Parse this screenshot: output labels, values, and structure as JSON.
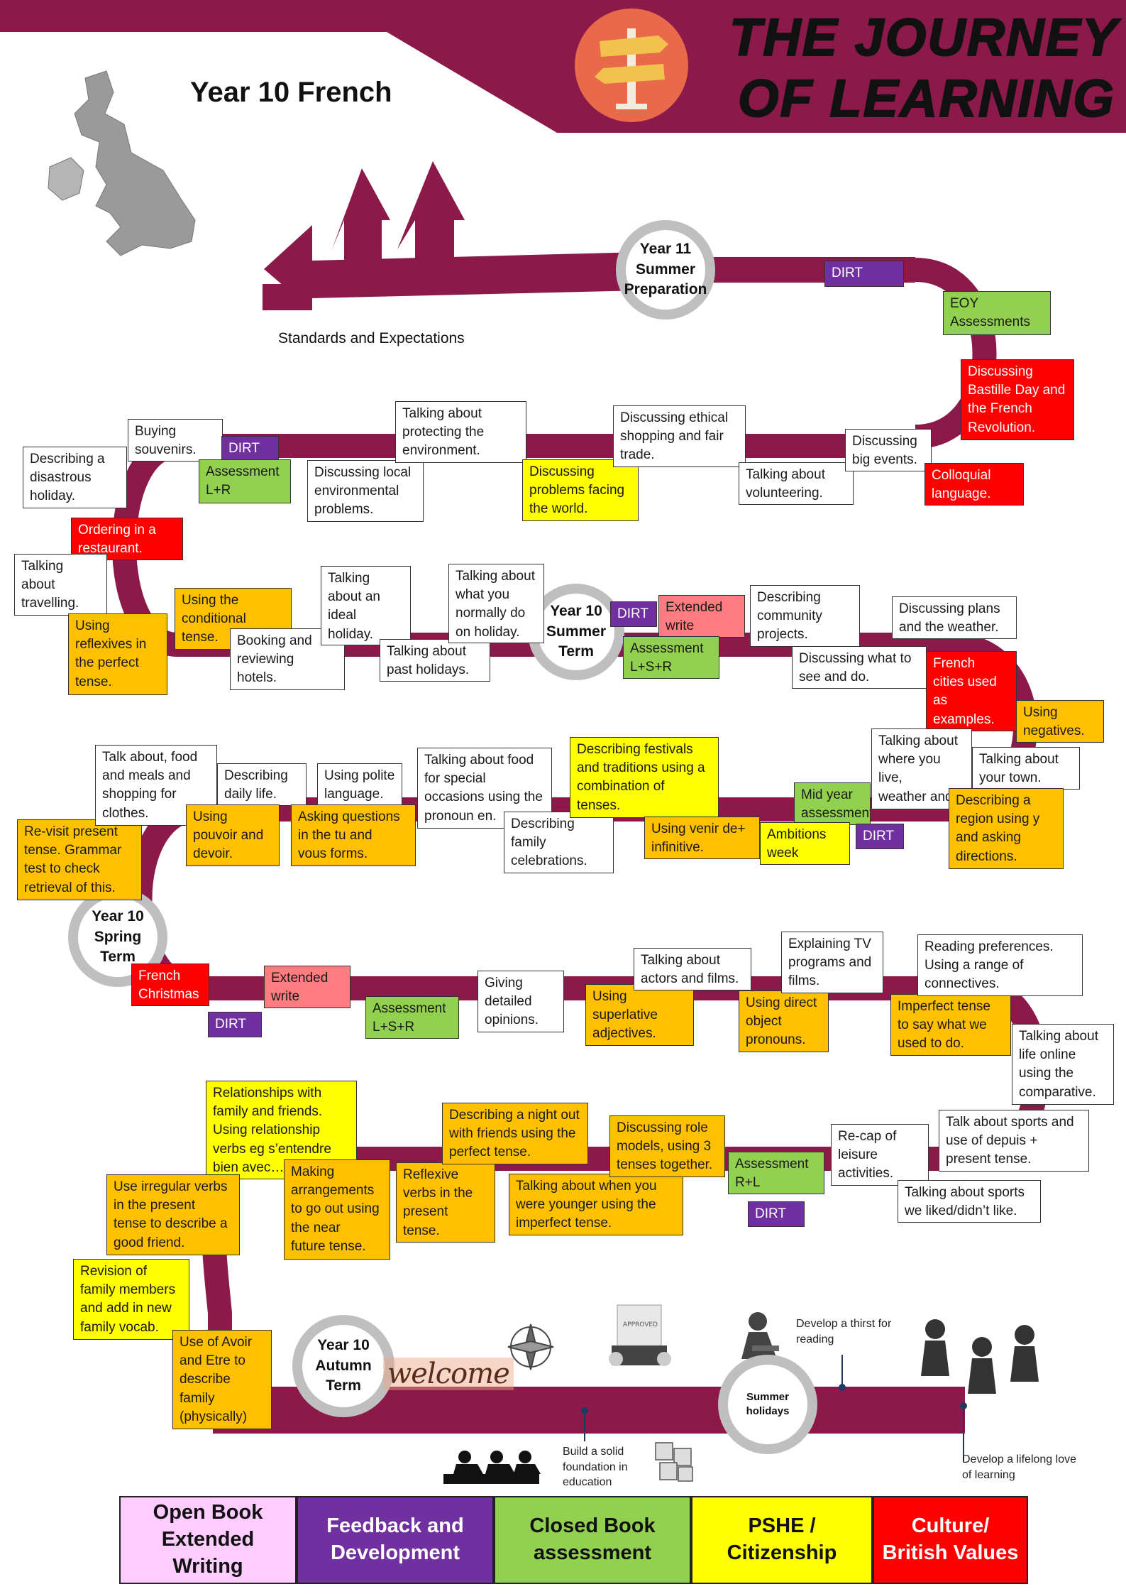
{
  "page": {
    "title_line1": "THE JOURNEY",
    "title_line2": "OF LEARNING",
    "subject": "Year 10 French",
    "standards": "Standards and Expectations"
  },
  "colors": {
    "road": "#8B1A4A",
    "orange": "#FFC000",
    "yellow": "#FFFF00",
    "green": "#92D050",
    "red": "#FF0000",
    "purple": "#7030A0",
    "pink": "#FFCCFF",
    "salmon": "#FF7C80"
  },
  "terms": {
    "y11_summer": "Year 11\nSummer\nPreparation",
    "y10_summer": "Year 10\nSummer\nTerm",
    "y10_spring": "Year 10\nSpring\nTerm",
    "y10_autumn": "Year 10\nAutumn\nTerm",
    "summer_holidays": "Summer\nholidays"
  },
  "row1": {
    "dirt": "DIRT",
    "eoy": "EOY\nAssessments",
    "bastille": "Discussing\nBastille Day and\nthe French\nRevolution."
  },
  "row2": {
    "disastrous": "Describing a\ndisastrous\nholiday.",
    "souvenirs": "Buying\nsouvenirs.",
    "dirt": "DIRT",
    "assessment": "Assessment\nL+R",
    "local_env": "Discussing local\nenvironmental\nproblems.",
    "protecting": "Talking about\nprotecting the\nenvironment.",
    "problems_world": "Discussing\nproblems facing\nthe world.",
    "ethical": "Discussing ethical\nshopping and fair\ntrade.",
    "volunteering": "Talking about\nvolunteering.",
    "big_events": "Discussing\nbig events.",
    "colloquial": "Colloquial\nlanguage."
  },
  "row3": {
    "restaurant": "Ordering  in a\nrestaurant.",
    "travelling": "Talking\nabout\ntravelling.",
    "reflexives": "Using\nreflexives in\nthe perfect\ntense.",
    "conditional": "Using the\nconditional\ntense.",
    "hotels": "Booking and\nreviewing\nhotels.",
    "ideal_holiday": "Talking\nabout an\nideal\nholiday.",
    "past_holidays": "Talking about\npast holidays.",
    "normally": "Talking about\nwhat you\nnormally do\non holiday.",
    "dirt": "DIRT",
    "extended": "Extended\nwrite",
    "assessment": "Assessment\nL+S+R",
    "community": "Describing\ncommunity\nprojects.",
    "see_do": "Discussing what to\nsee and do.",
    "plans_weather": "Discussing plans\nand the weather.",
    "french_cities": "French\ncities used\nas\nexamples.",
    "negatives": "Using\nnegatives."
  },
  "row4": {
    "revisit": "Re-visit present\ntense. Grammar\ntest to check\nretrieval of this.",
    "talk_food": "Talk about, food\nand meals and\nshopping for\nclothes.",
    "daily_life": "Describing\ndaily life.",
    "pouvoir": "Using\npouvoir and\ndevoir.",
    "polite": "Using polite\nlanguage.",
    "questions": "Asking questions\nin the tu and\nvous forms.",
    "special_food": "Talking about food\nfor special\noccasions using the\npronoun en.",
    "family_celebrations": "Describing\nfamily\ncelebrations.",
    "festivals": "Describing festivals\nand traditions using a\ncombination of\ntenses.",
    "venir": "Using venir de+\ninfinitive.",
    "mid_year": "Mid year\nassessment",
    "ambitions": "Ambitions\nweek",
    "dirt": "DIRT",
    "where_live": "Talking about\nwhere you live,\nweather and\ntransport.",
    "your_town": "Talking about\nyour town.",
    "region": "Describing a\nregion using y\nand asking\ndirections."
  },
  "row5": {
    "french_christmas": "French\nChristmas",
    "dirt": "DIRT",
    "extended": "Extended\nwrite",
    "assessment": "Assessment\nL+S+R",
    "opinions": "Giving\ndetailed\nopinions.",
    "superlative": "Using\nsuperlative\nadjectives.",
    "actors": "Talking about\nactors and films.",
    "direct_object": "Using direct\nobject\npronouns.",
    "tv": "Explaining TV\nprograms and\nfilms.",
    "imperfect_used": "Imperfect tense\nto say what we\nused to do.",
    "reading": "Reading preferences.\nUsing a range of\nconnectives.",
    "comparative": "Talking about\nlife online\nusing the\ncomparative."
  },
  "row6": {
    "relationships": "Relationships with\nfamily and friends.\nUsing relationship\nverbs eg s’entendre\nbien avec…",
    "irregular": "Use irregular verbs\nin the present\ntense to describe a\ngood friend.",
    "arrangements": "Making\narrangements\nto go out using\nthe near\nfuture tense.",
    "reflexive_present": "Reflexive\nverbs in the\npresent\ntense.",
    "night_out": "Describing a night out\nwith friends using the\nperfect tense.",
    "younger": "Talking about when you\nwere younger using the\nimperfect tense.",
    "role_models": "Discussing role\nmodels, using 3\ntenses together.",
    "assessment": "Assessment\nR+L",
    "dirt": "DIRT",
    "leisure": "Re-cap of\nleisure\nactivities.",
    "sports_depuis": "Talk about sports and\nuse of depuis +\npresent tense.",
    "sports_liked": "Talking about sports\nwe liked/didn’t like."
  },
  "row7": {
    "family_vocab": "Revision of\nfamily members\nand add in new\nfamily vocab.",
    "avoir_etre": "Use of Avoir\nand Etre to\ndescribe\nfamily\n(physically)",
    "welcome": "welcome",
    "foundation": "Build a solid\nfoundation in\neducation",
    "thirst": "Develop a thirst for\nreading",
    "lifelong": "Develop a lifelong love\nof learning",
    "approved_stamp": "APPROVED"
  },
  "legend": {
    "open_book": "Open Book\nExtended\nWriting",
    "feedback": "Feedback and\nDevelopment",
    "closed_book": "Closed Book\nassessment",
    "pshe": "PSHE /\nCitizenship",
    "culture": "Culture/\nBritish Values"
  }
}
